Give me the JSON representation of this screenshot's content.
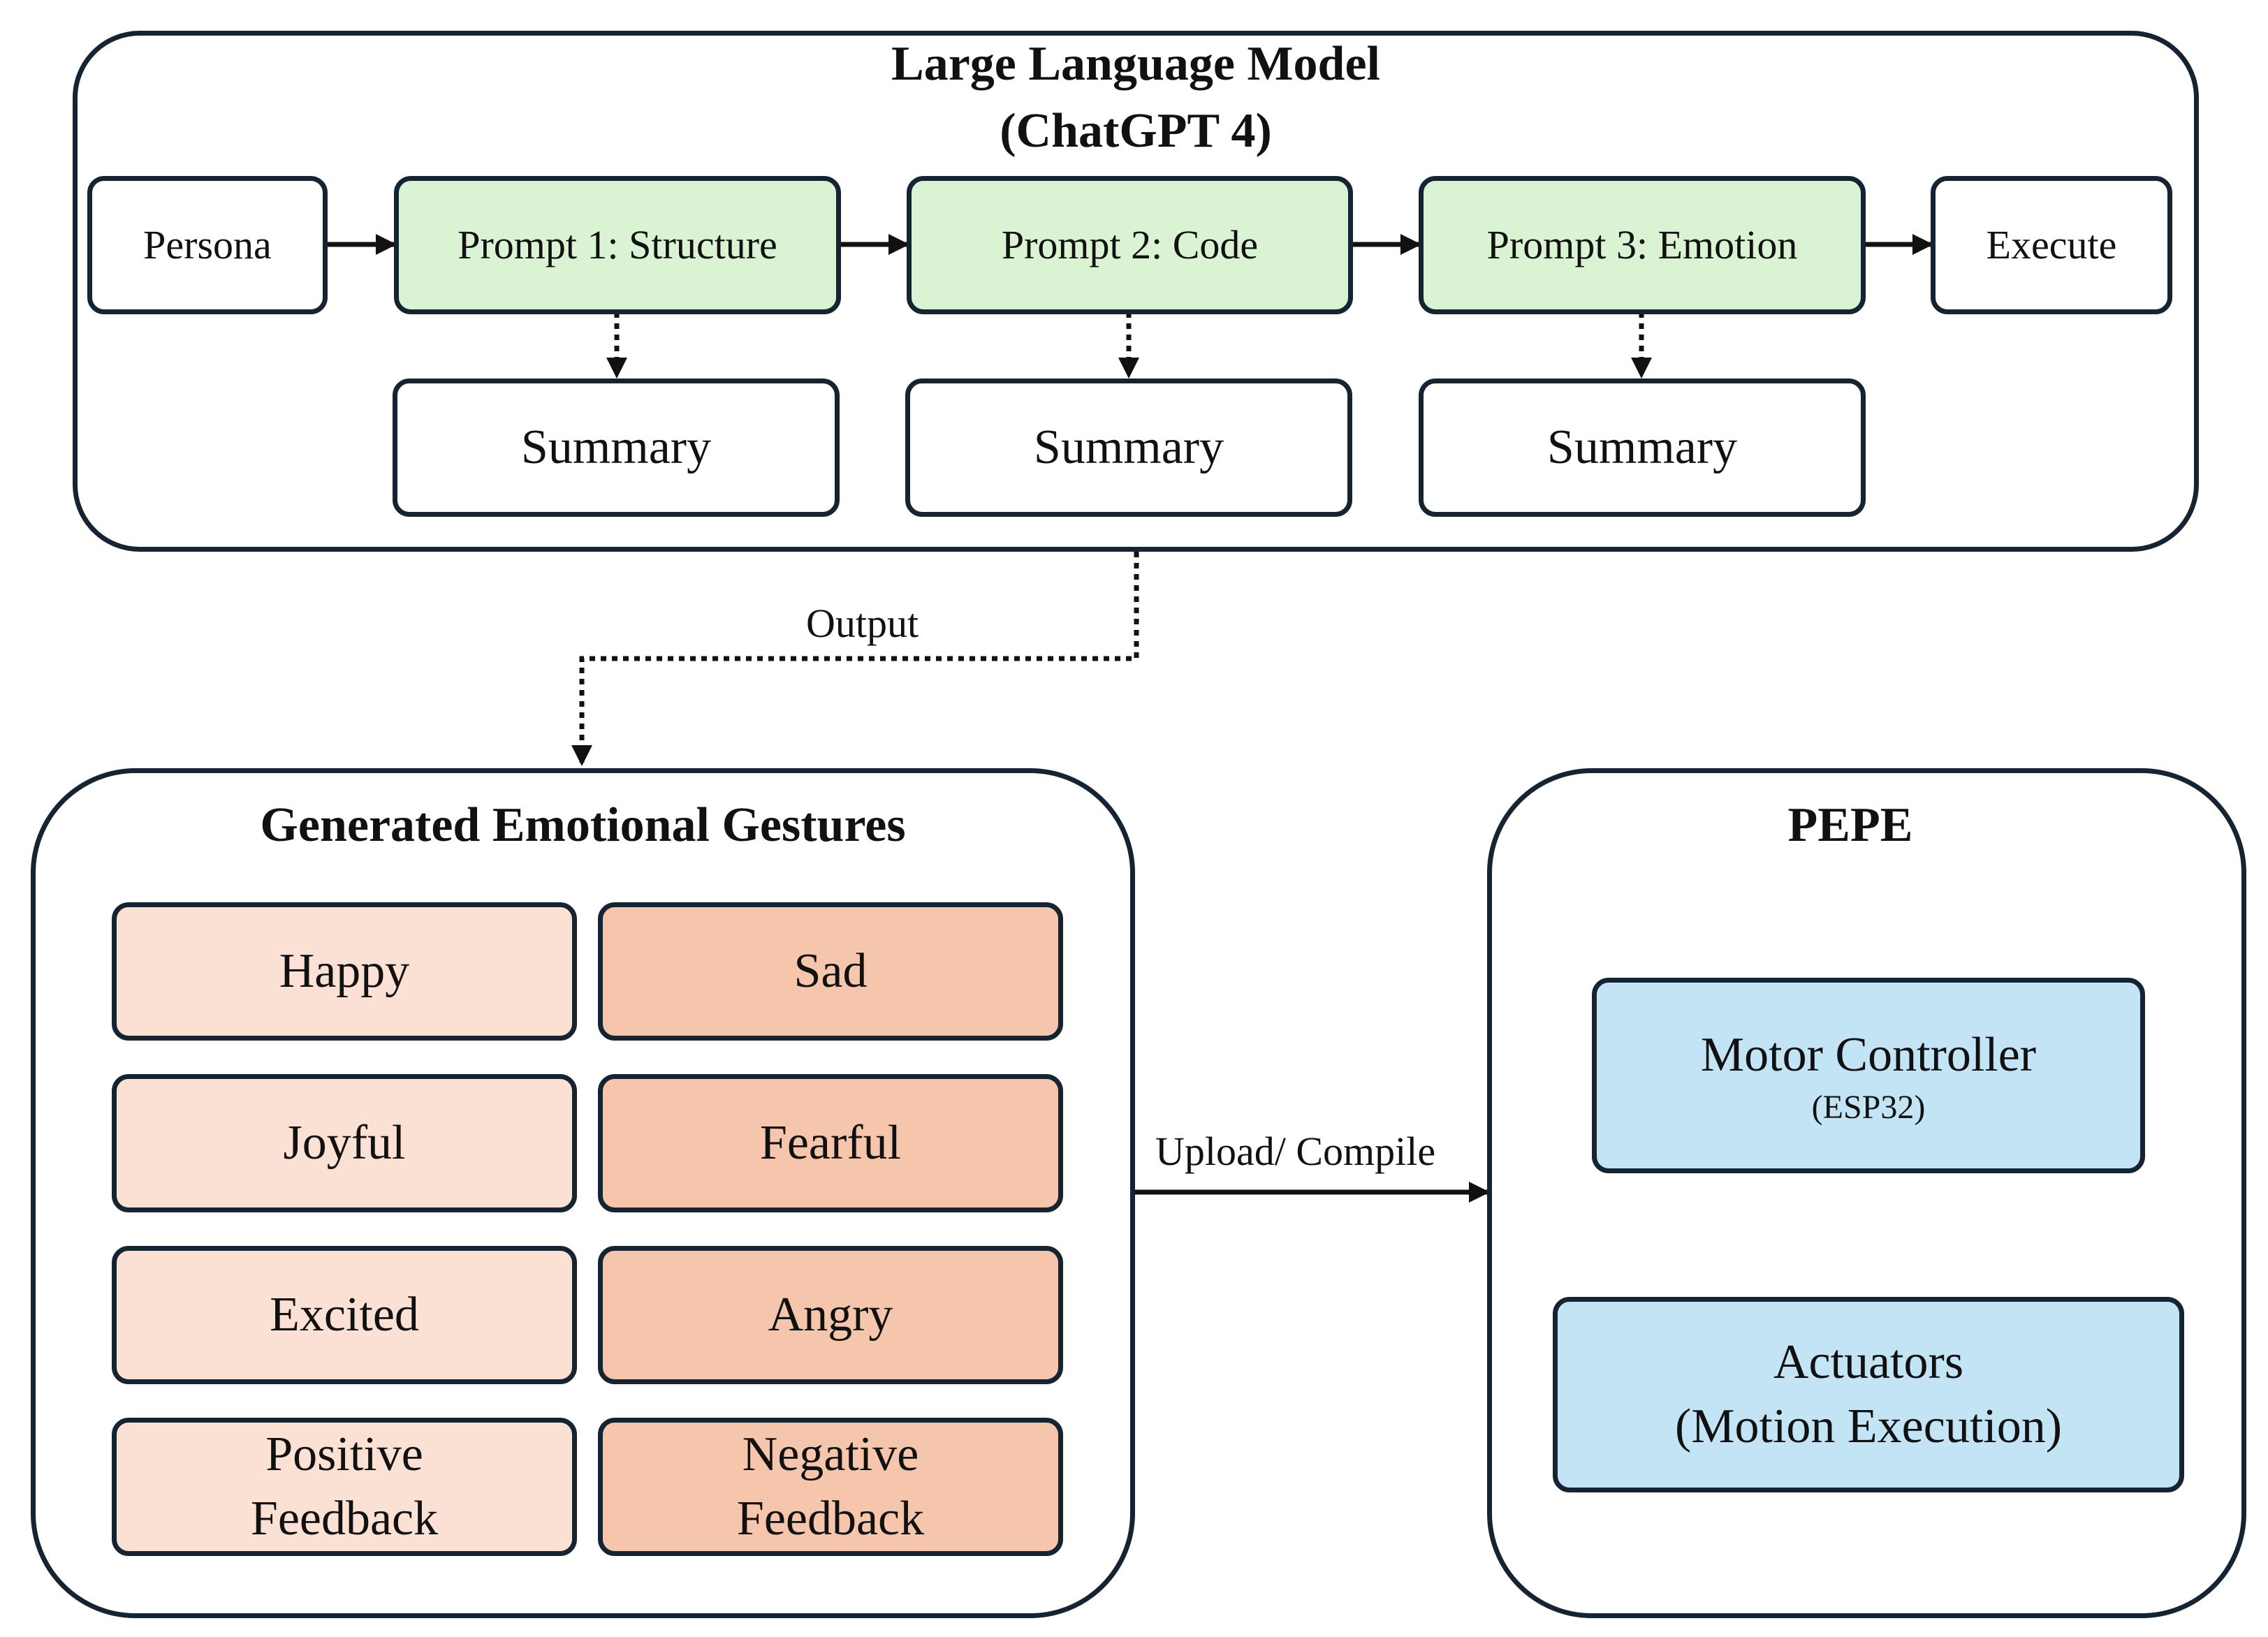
{
  "llm": {
    "title": "Large Language Model",
    "subtitle": "(ChatGPT 4)",
    "persona": "Persona",
    "prompt1": "Prompt 1: Structure",
    "prompt2": "Prompt 2: Code",
    "prompt3": "Prompt 3: Emotion",
    "execute": "Execute",
    "summary1": "Summary",
    "summary2": "Summary",
    "summary3": "Summary"
  },
  "output_label": "Output",
  "gestures": {
    "title": "Generated Emotional Gestures",
    "happy": "Happy",
    "sad": "Sad",
    "joyful": "Joyful",
    "fearful": "Fearful",
    "excited": "Excited",
    "angry": "Angry",
    "positive_line1": "Positive",
    "positive_line2": "Feedback",
    "negative_line1": "Negative",
    "negative_line2": "Feedback"
  },
  "upload_label": "Upload/ Compile",
  "pepe": {
    "title": "PEPE",
    "motor_controller": "Motor Controller",
    "motor_controller_sub": "(ESP32)",
    "actuators_line1": "Actuators",
    "actuators_line2": "(Motion Execution)"
  },
  "colors": {
    "border": "#142433",
    "prompt_fill": "#d9f3d3",
    "positive_fill": "#fbe1d4",
    "negative_fill": "#f5c6ab",
    "hardware_fill": "#c2e4f4"
  }
}
